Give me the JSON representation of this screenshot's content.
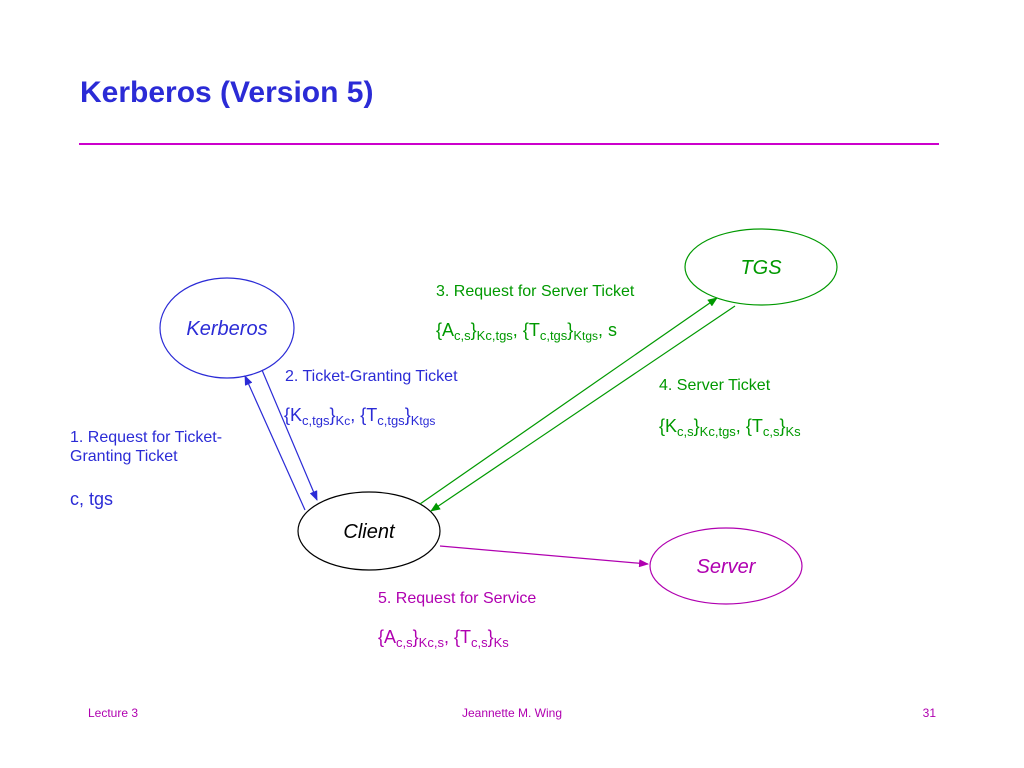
{
  "title": "Kerberos (Version 5)",
  "colors": {
    "title": "#2b2bd6",
    "rule": "#cc00cc",
    "blue": "#2b2bd6",
    "green": "#009900",
    "magenta": "#b000b0",
    "client_border": "#000000"
  },
  "nodes": {
    "kerberos": "Kerberos",
    "tgs": "TGS",
    "client": "Client",
    "server": "Server"
  },
  "messages": {
    "m1": {
      "label_line1": "1. Request for Ticket-",
      "label_line2": "Granting Ticket",
      "formula": "c, tgs"
    },
    "m2": {
      "label": "2. Ticket-Granting Ticket",
      "formula": {
        "open1": "{K",
        "sub1": "c,tgs",
        "close1": "}",
        "key1_base": "K",
        "key1_sub": "c",
        "sep": ", ",
        "open2": "{T",
        "sub2": "c,tgs",
        "close2": "}",
        "key2_base": "K",
        "key2_sub": "tgs"
      }
    },
    "m3": {
      "label": "3. Request for Server Ticket",
      "formula": {
        "open1": "{A",
        "sub1": "c,s",
        "close1": "}",
        "key1": "Kc,tgs",
        "sep": ", ",
        "open2": "{T",
        "sub2": "c,tgs",
        "close2": "}",
        "key2_base": "K",
        "key2_sub": "tgs",
        "tail": ", s"
      }
    },
    "m4": {
      "label": "4. Server Ticket",
      "formula": {
        "open1": "{K",
        "sub1": "c,s",
        "close1": "}",
        "key1": "Kc,tgs",
        "sep": ", ",
        "open2": "{T",
        "sub2": "c,s",
        "close2": "}",
        "key2": "Ks"
      }
    },
    "m5": {
      "label": "5. Request for Service",
      "formula": {
        "open1": "{A",
        "sub1": "c,s",
        "close1": "}",
        "key1": "Kc,s",
        "sep": ", ",
        "open2": "{T",
        "sub2": "c,s",
        "close2": "}",
        "key2": "Ks"
      }
    }
  },
  "footer": {
    "left": "Lecture 3",
    "center": "Jeannette M. Wing",
    "right": "31"
  }
}
